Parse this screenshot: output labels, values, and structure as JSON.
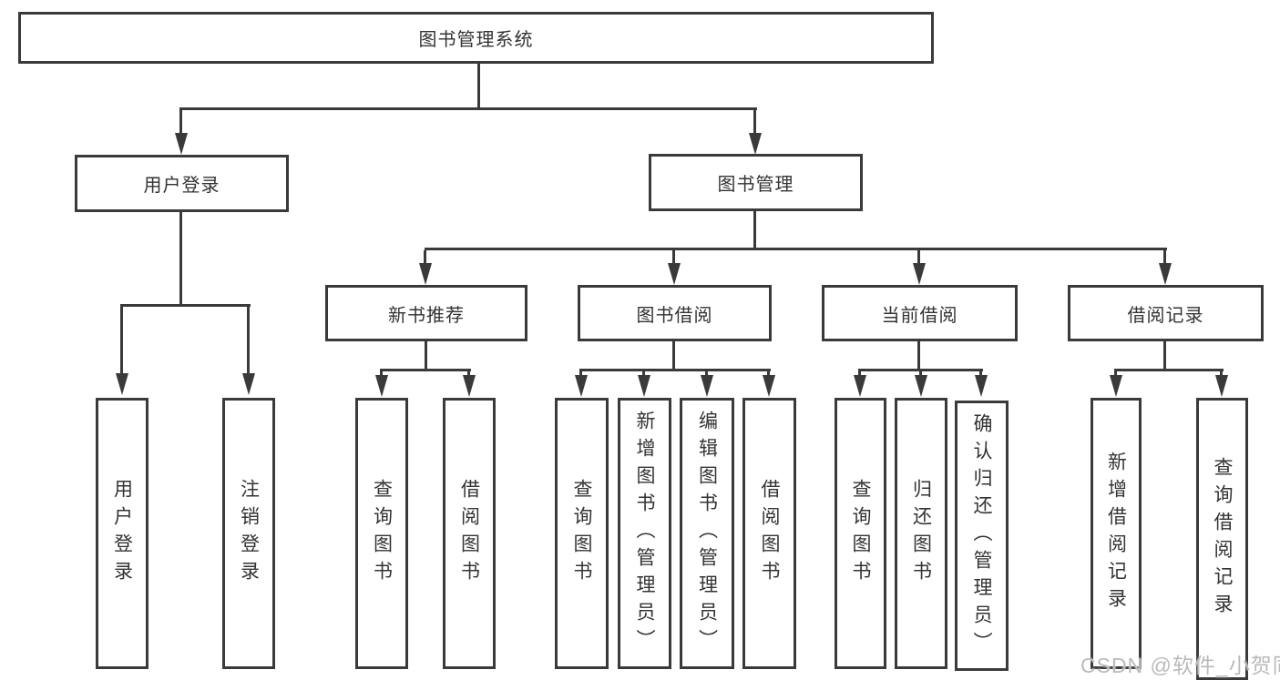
{
  "diagram": {
    "title": "图书管理系统",
    "level2": {
      "user_login": "用户登录",
      "book_mgmt": "图书管理"
    },
    "level3": {
      "new_books": "新书推荐",
      "book_borrow": "图书借阅",
      "current_borrow": "当前借阅",
      "borrow_records": "借阅记录"
    },
    "leaves": {
      "ul_login": "用户登录",
      "ul_logout": "注销登录",
      "nb_query": "查询图书",
      "nb_borrow": "借阅图书",
      "bb_query": "查询图书",
      "bb_add": "新增图书（管理员）",
      "bb_edit": "编辑图书（管理员）",
      "bb_borrow": "借阅图书",
      "cb_query": "查询图书",
      "cb_return": "归还图书",
      "cb_confirm": "确认归还（管理员）",
      "br_add": "新增借阅记录",
      "br_query": "查询借阅记录"
    },
    "watermark": "CSDN @软件_小贺同学",
    "colors": {
      "line": "#3a3a3a",
      "text": "#333333",
      "watermark": "#bababa",
      "background": "#ffffff"
    }
  }
}
